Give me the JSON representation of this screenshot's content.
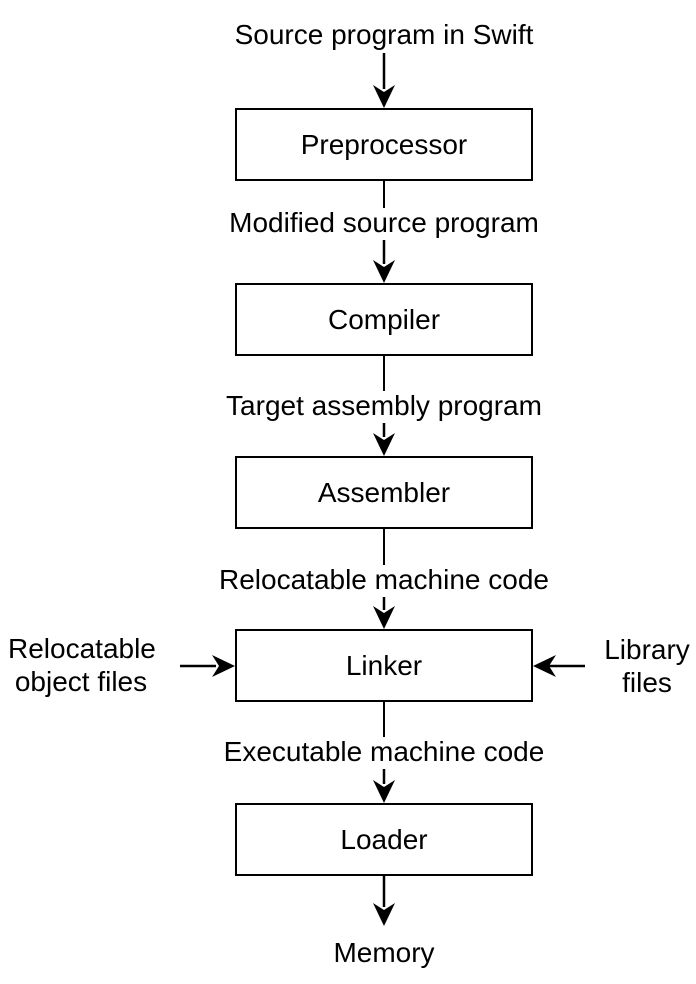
{
  "diagram": {
    "source_label": "Source program in Swift",
    "boxes": [
      {
        "id": "preprocessor",
        "label": "Preprocessor"
      },
      {
        "id": "compiler",
        "label": "Compiler"
      },
      {
        "id": "assembler",
        "label": "Assembler"
      },
      {
        "id": "linker",
        "label": "Linker"
      },
      {
        "id": "loader",
        "label": "Loader"
      }
    ],
    "edge_labels": [
      {
        "text": "Modified source program"
      },
      {
        "text": "Target assembly program"
      },
      {
        "text": "Relocatable machine code"
      },
      {
        "text": "Executable machine code"
      }
    ],
    "linker_inputs": {
      "left": {
        "line1": "Relocatable",
        "line2": "object files"
      },
      "right": {
        "line1": "Library",
        "line2": "files"
      }
    },
    "sink_label": "Memory",
    "colors": {
      "stroke": "#000000",
      "background": "#ffffff",
      "box_fill": "#ffffff"
    }
  }
}
